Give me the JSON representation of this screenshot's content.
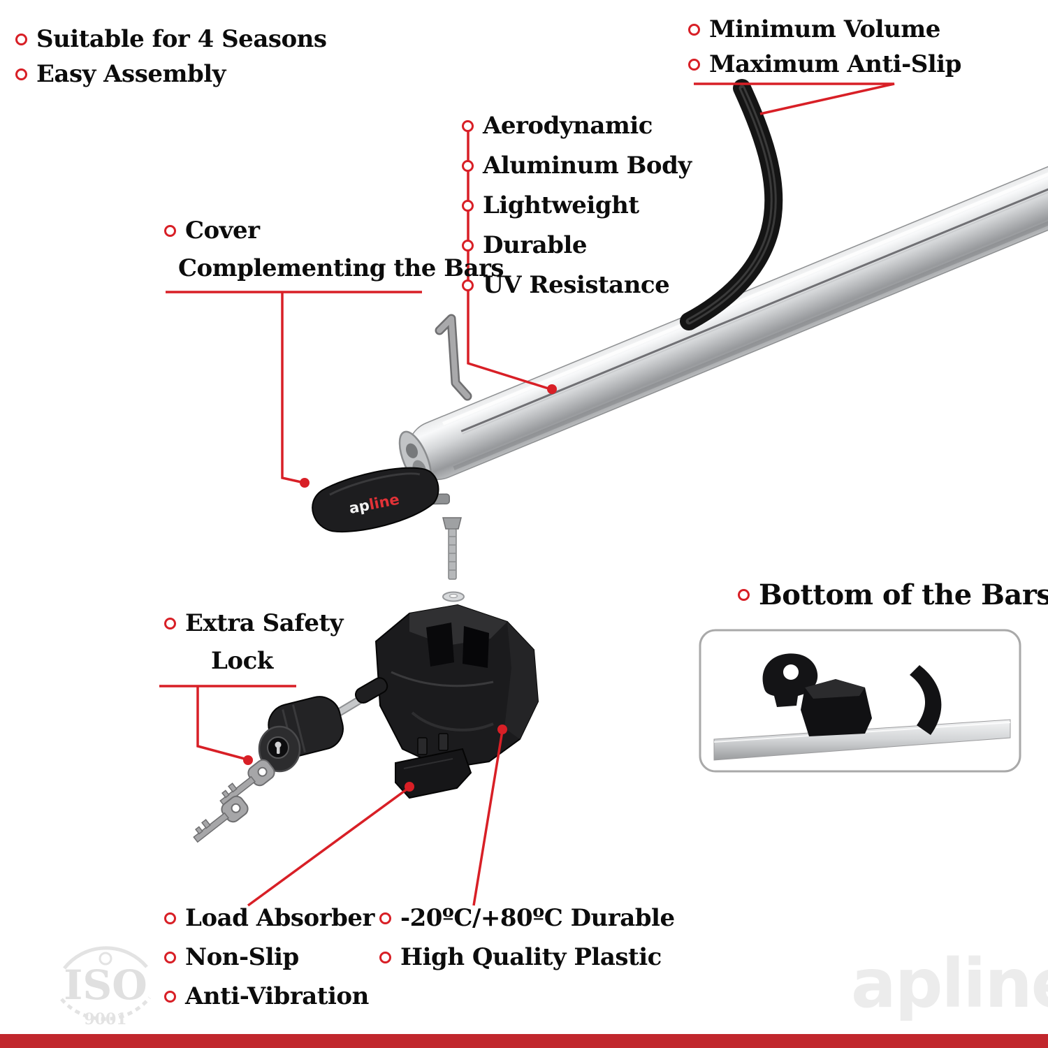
{
  "colors": {
    "accent_red": "#d81f26",
    "bottom_bar_red": "#c1272d",
    "text_black": "#0c0c0c",
    "watermark_gray": "#ececec"
  },
  "notes": {
    "top_left": {
      "items": [
        {
          "label": "Suitable for 4 Seasons"
        },
        {
          "label": "Easy Assembly"
        }
      ]
    },
    "top_right": {
      "items": [
        {
          "label": "Minimum Volume"
        },
        {
          "label": "Maximum Anti-Slip"
        }
      ]
    },
    "bar_features": {
      "items": [
        {
          "label": "Aerodynamic"
        },
        {
          "label": "Aluminum Body"
        },
        {
          "label": "Lightweight"
        },
        {
          "label": "Durable"
        },
        {
          "label": "UV Resistance"
        }
      ]
    },
    "cover": {
      "line1": "Cover",
      "line2": "Complementing the Bars"
    },
    "safety_lock": {
      "line1": "Extra Safety",
      "line2": "Lock"
    },
    "bottom_of_bars": {
      "label": "Bottom of the Bars"
    },
    "foot_features": {
      "items": [
        {
          "label": "Load Absorber"
        },
        {
          "label": "Non-Slip"
        },
        {
          "label": "Anti-Vibration"
        }
      ]
    },
    "plastic_features": {
      "items": [
        {
          "label": "-20ºC/+80ºC Durable"
        },
        {
          "label": "High Quality Plastic"
        }
      ]
    }
  },
  "product": {
    "cover_logo_part1": "ap",
    "cover_logo_part2": "line"
  },
  "watermarks": {
    "iso_text": "ISO",
    "iso_sub": "9001",
    "brand": "apline"
  }
}
